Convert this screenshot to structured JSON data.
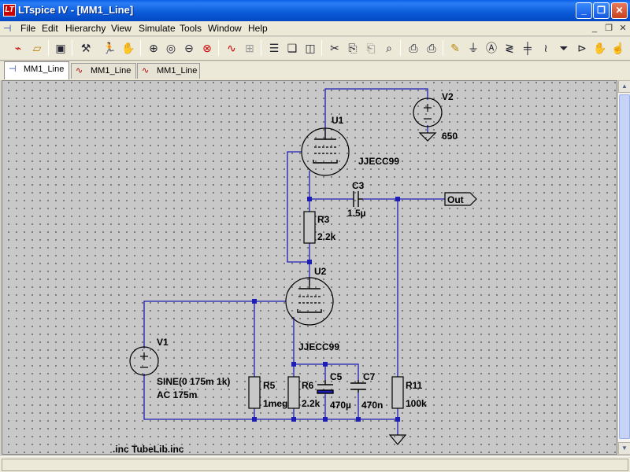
{
  "window": {
    "title": "LTspice IV - [MM1_Line]",
    "controls": {
      "minimize": "_",
      "restore": "❐",
      "close": "✕"
    }
  },
  "menubar": {
    "items": [
      {
        "label": "File"
      },
      {
        "label": "Edit"
      },
      {
        "label": "Hierarchy"
      },
      {
        "label": "View"
      },
      {
        "label": "Simulate"
      },
      {
        "label": "Tools"
      },
      {
        "label": "Window"
      },
      {
        "label": "Help"
      }
    ],
    "mdi_controls": {
      "minimize": "_",
      "restore": "❐",
      "close": "✕"
    }
  },
  "toolbar": {
    "icons": [
      "new-schematic-icon",
      "open-icon",
      "save-icon",
      "control-panel-icon",
      "run-icon",
      "halt-icon",
      "zoom-in-icon",
      "zoom-pan-icon",
      "zoom-out-icon",
      "zoom-fit-icon",
      "waveform-icon",
      "waveform-alt-icon",
      "tile-horizontal-icon",
      "cascade-icon",
      "tile-vertical-icon",
      "cut-icon",
      "copy-icon",
      "paste-icon",
      "find-icon",
      "print-setup-icon",
      "print-icon",
      "draw-wire-icon",
      "ground-icon",
      "label-net-icon",
      "resistor-icon",
      "capacitor-icon",
      "inductor-icon",
      "diode-icon",
      "component-icon",
      "move-icon",
      "drag-icon"
    ]
  },
  "tabs": [
    {
      "label": "MM1_Line",
      "icon": "schematic-icon",
      "active": true
    },
    {
      "label": "MM1_Line",
      "icon": "waveform-icon",
      "active": false
    },
    {
      "label": "MM1_Line",
      "icon": "waveform-icon",
      "active": false
    }
  ],
  "schematic": {
    "wire_color": "#1e1eb4",
    "components": {
      "U1": {
        "ref": "U1",
        "value": "JJECC99"
      },
      "U2": {
        "ref": "U2",
        "value": "JJECC99"
      },
      "V1": {
        "ref": "V1",
        "value_line1": "SINE(0 175m 1k)",
        "value_line2": "AC 175m"
      },
      "V2": {
        "ref": "V2",
        "value": "650"
      },
      "C3": {
        "ref": "C3",
        "value": "1.5µ"
      },
      "R3": {
        "ref": "R3",
        "value": "2.2k"
      },
      "R5": {
        "ref": "R5",
        "value": "1meg"
      },
      "R6": {
        "ref": "R6",
        "value": "2.2k"
      },
      "C5": {
        "ref": "C5",
        "value": "470µ"
      },
      "C7": {
        "ref": "C7",
        "value": "470n"
      },
      "R11": {
        "ref": "R11",
        "value": "100k"
      }
    },
    "net_label_out": "Out",
    "directive": ".inc TubeLib.inc"
  },
  "scrollbar": {
    "up": "▲",
    "down": "▼"
  }
}
